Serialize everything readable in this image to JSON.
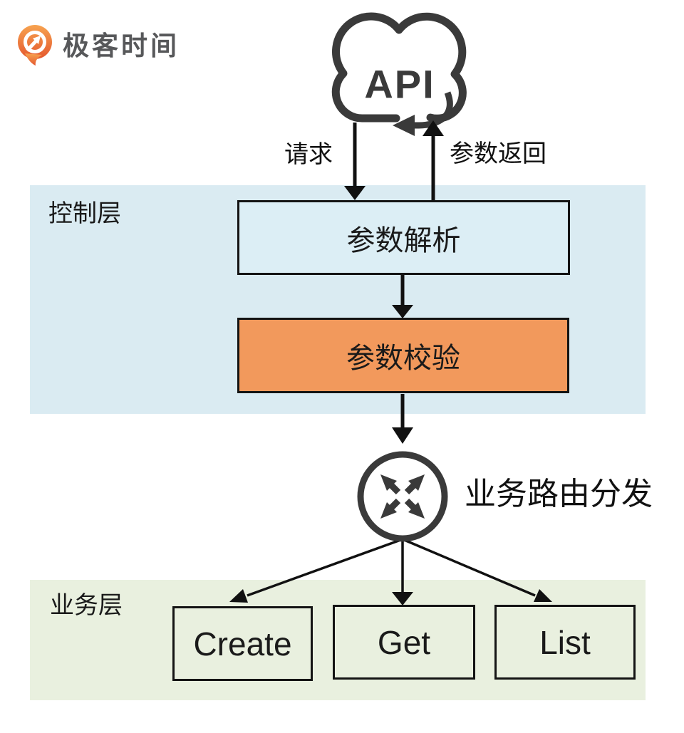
{
  "brand": {
    "logo_text": "极客时间"
  },
  "cloud": {
    "label": "API"
  },
  "flow": {
    "request_label": "请求",
    "return_label": "参数返回"
  },
  "router": {
    "label": "业务路由分发"
  },
  "layers": {
    "control": {
      "label": "控制层",
      "bg": "#DAEBF2",
      "boxes": [
        {
          "label": "参数解析",
          "bg": "#DCEEF5"
        },
        {
          "label": "参数校验",
          "bg": "#F2995C"
        }
      ]
    },
    "business": {
      "label": "业务层",
      "bg": "#E9F0DF",
      "boxes": [
        {
          "label": "Create",
          "bg": "#E9F0DF"
        },
        {
          "label": "Get",
          "bg": "#E9F0DF"
        },
        {
          "label": "List",
          "bg": "#E9F0DF"
        }
      ]
    }
  },
  "colors": {
    "outline_dark": "#3A3A3A",
    "box_border": "#141414",
    "accent_orange": "#F2995C",
    "logo_orange": "#ED6A2C",
    "band_blue": "#DAEBF2",
    "band_green": "#E9F0DF"
  }
}
